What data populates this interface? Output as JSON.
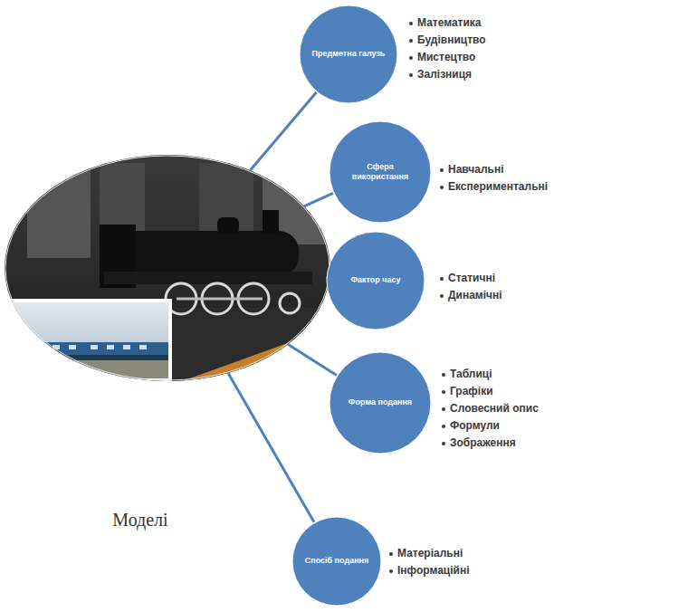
{
  "diagram": {
    "nodes": [
      {
        "text": [
          "Моделі"
        ]
      },
      {
        "text": [
          "Предметна галузь"
        ]
      },
      {
        "text": [
          "Сфера використання"
        ]
      },
      {
        "text": [
          "Фактор часу"
        ]
      },
      {
        "text": [
          "Форма подання"
        ]
      },
      {
        "text": [
          "Спосіб подання"
        ]
      }
    ],
    "edges": [
      {
        "from": 0,
        "to": 1,
        "arrow": "none"
      },
      {
        "from": 0,
        "to": 2,
        "arrow": "none"
      },
      {
        "from": 0,
        "to": 3,
        "arrow": "none"
      },
      {
        "from": 0,
        "to": 4,
        "arrow": "none"
      },
      {
        "from": 0,
        "to": 5,
        "arrow": "none"
      }
    ],
    "labels": [
      "Математика",
      "Будівництво",
      "Мистецтво",
      "Залізниця",
      "Навчальні",
      "Експериментальні",
      "Статичні",
      "Динамічні",
      "Таблиці",
      "Графіки",
      "Словесний опис",
      "Формули",
      "Зображення",
      "Матеріальні",
      "Інформаційні"
    ]
  }
}
